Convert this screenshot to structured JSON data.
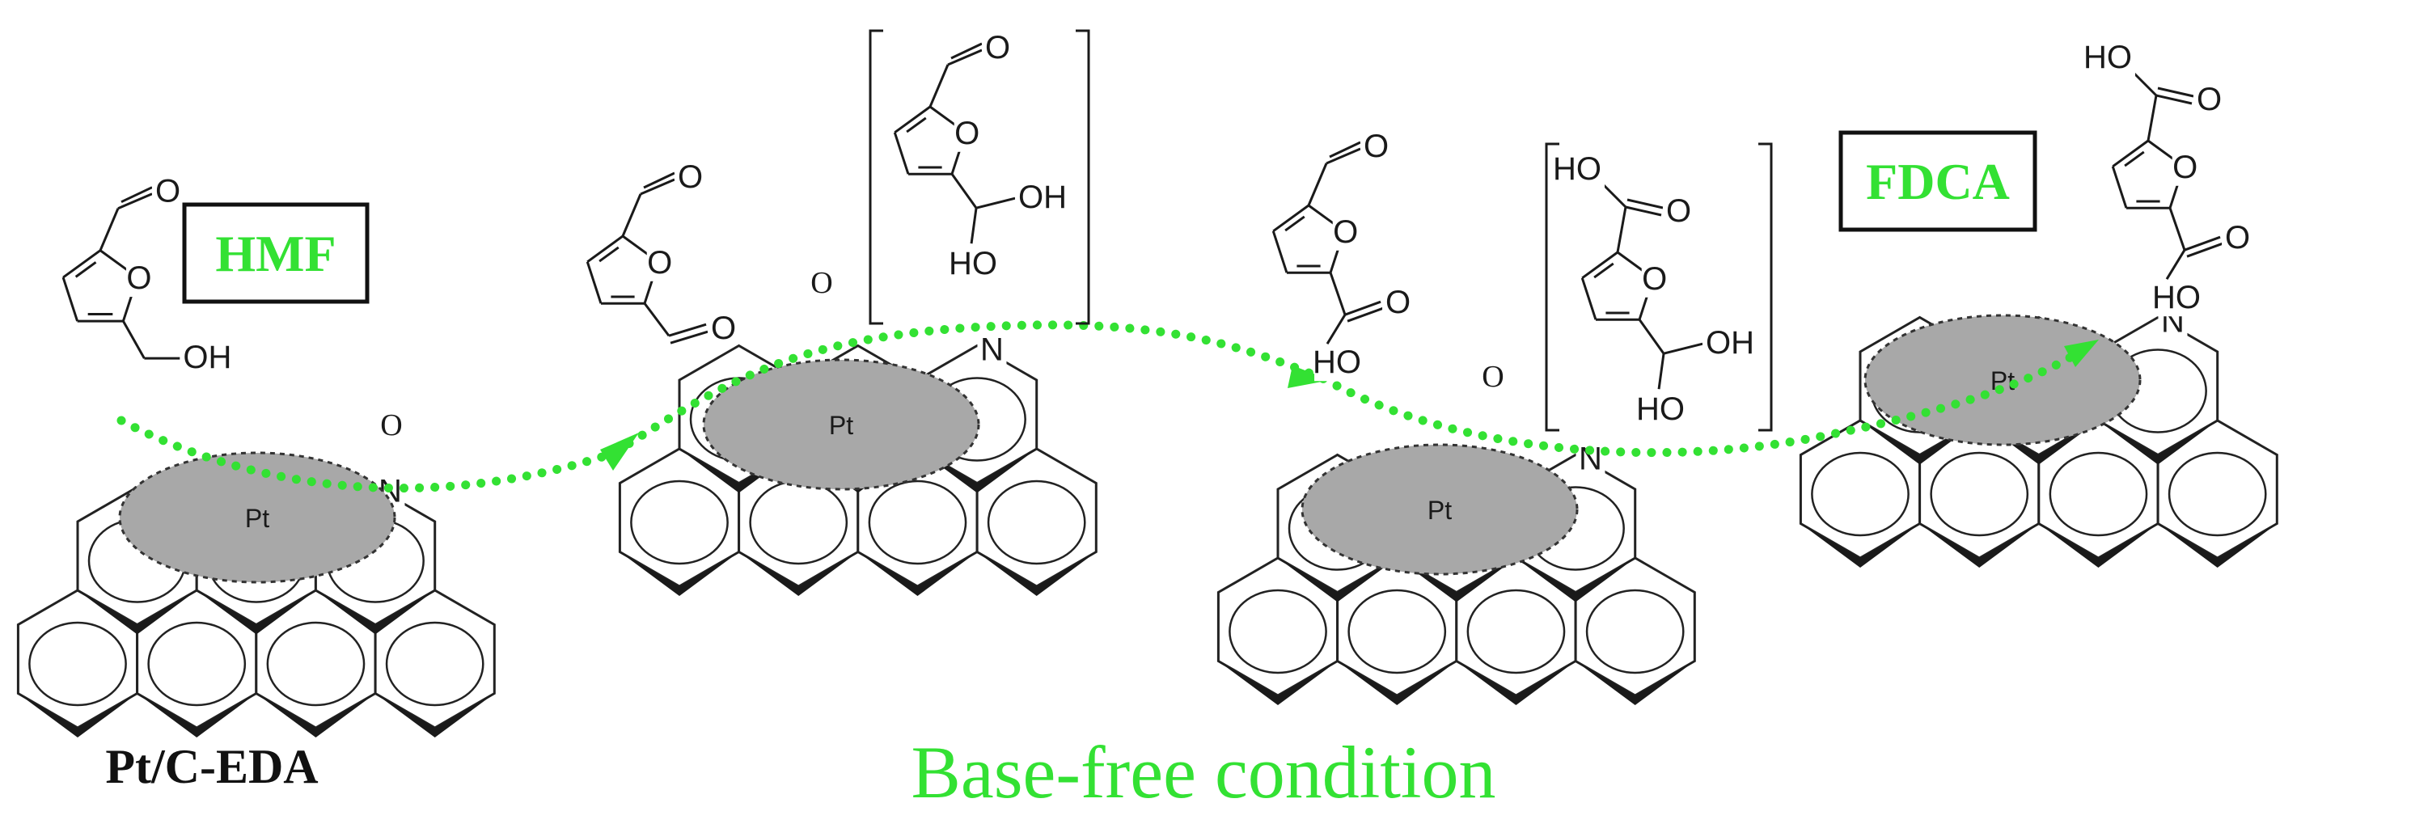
{
  "colors": {
    "accent": "#33e133",
    "ink": "#1a1a1a",
    "metal": "#a8a8a8"
  },
  "labels": {
    "hmf": "HMF",
    "fdca": "FDCA",
    "catalyst": "Pt/C-EDA",
    "condition": "Base-free condition",
    "oxidant": "O"
  },
  "catalyst_units": [
    {
      "metal": "Pt",
      "heteroatom": "N"
    },
    {
      "metal": "Pt",
      "heteroatom": "N"
    },
    {
      "metal": "Pt",
      "heteroatom": "N"
    },
    {
      "metal": "Pt",
      "heteroatom": "N"
    }
  ],
  "atoms": {
    "oxygen": "O",
    "hydroxyl": "OH",
    "hydroxyl_left": "HO"
  }
}
